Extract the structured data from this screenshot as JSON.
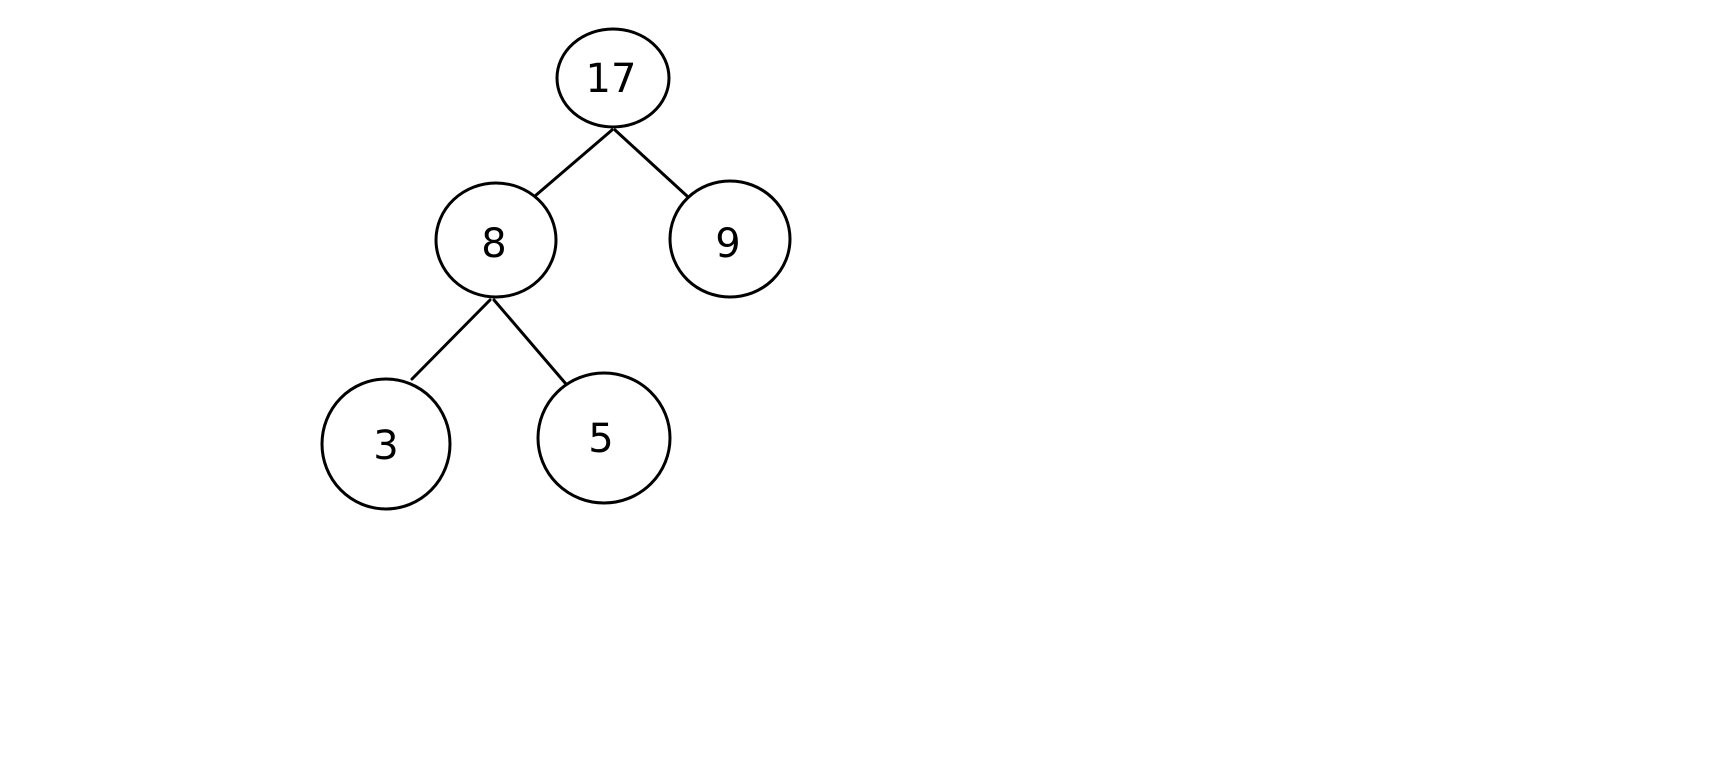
{
  "diagram": {
    "type": "binary-tree",
    "nodes": [
      {
        "id": "n17",
        "label": "17"
      },
      {
        "id": "n8",
        "label": "8"
      },
      {
        "id": "n9",
        "label": "9"
      },
      {
        "id": "n3",
        "label": "3"
      },
      {
        "id": "n5",
        "label": "5"
      }
    ],
    "edges": [
      {
        "from": "n17",
        "to": "n8"
      },
      {
        "from": "n17",
        "to": "n9"
      },
      {
        "from": "n8",
        "to": "n3"
      },
      {
        "from": "n8",
        "to": "n5"
      }
    ],
    "colors": {
      "stroke": "#000000",
      "background": "#ffffff"
    }
  }
}
